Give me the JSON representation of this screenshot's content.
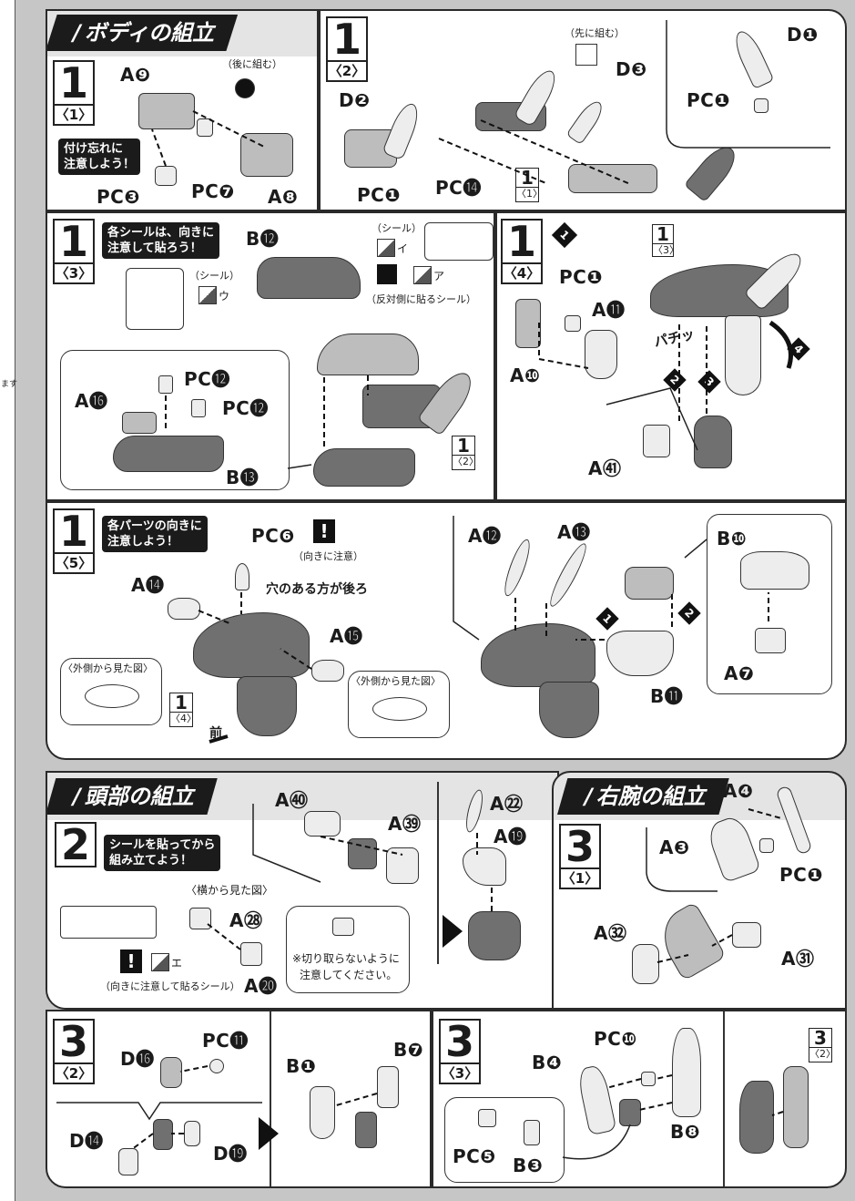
{
  "sections": {
    "body": "ボディの組立",
    "head": "頭部の組立",
    "right_arm": "右腕の組立"
  },
  "edge_text": "ます",
  "p1_1": {
    "step_num": "1",
    "step_sub": "〈1〉",
    "labels": [
      "A❾",
      "A❽",
      "PC❸",
      "PC❼"
    ],
    "later_note": "（後に組む）",
    "caution": [
      "付け忘れに",
      "注意しよう！"
    ]
  },
  "p1_2": {
    "step_num": "1",
    "step_sub": "〈2〉",
    "labels": [
      "D❷",
      "D❸",
      "D❶",
      "PC❶",
      "PC⓮",
      "PC❶"
    ],
    "first_note": "（先に組む）",
    "ref_num": "1",
    "ref_sub": "〈1〉"
  },
  "p1_3": {
    "step_num": "1",
    "step_sub": "〈3〉",
    "note": [
      "各シールは、向きに",
      "注意して貼ろう！"
    ],
    "seal_label_1": "（シール）",
    "seal_label_2": "（シール）",
    "seal_i": "イ",
    "seal_a": "ア",
    "seal_u": "ウ",
    "reverse_note": "（反対側に貼るシール）",
    "labels": [
      "B⓬",
      "A⓰",
      "PC⓬",
      "PC⓬",
      "B⓭"
    ],
    "ref_num": "1",
    "ref_sub": "〈2〉"
  },
  "p1_4": {
    "step_num": "1",
    "step_sub": "〈4〉",
    "labels": [
      "PC❶",
      "A⓫",
      "A❿",
      "A㊶"
    ],
    "ref_num": "1",
    "ref_sub": "〈3〉",
    "snap": "パチッ",
    "order": [
      "1",
      "2",
      "3",
      "4"
    ]
  },
  "p1_5": {
    "step_num": "1",
    "step_sub": "〈5〉",
    "note": [
      "各パーツの向きに",
      "注意しよう！"
    ],
    "labels": [
      "PC❻",
      "A⓮",
      "A⓯",
      "A⓬",
      "A⓭",
      "B❿",
      "B⓫",
      "A❼"
    ],
    "direction_note": "（向きに注意）",
    "hole_note": "穴のある方が後ろ",
    "outer_view_1": "〈外側から見た図〉",
    "outer_view_2": "〈外側から見た図〉",
    "front": "前",
    "ref_num": "1",
    "ref_sub": "〈4〉",
    "order": [
      "1",
      "2"
    ]
  },
  "p2": {
    "step_num": "2",
    "note": [
      "シールを貼ってから",
      "組み立てよう！"
    ],
    "side_view": "〈横から見た図〉",
    "labels": [
      "A㊵",
      "A㊴",
      "A㉘",
      "A⓴",
      "A㉒",
      "A⓳"
    ],
    "seal_e": "エ",
    "seal_note": "（向きに注意して貼るシール）",
    "cut_note": [
      "※切り取らないように",
      "注意してください。"
    ]
  },
  "p3_1": {
    "step_num": "3",
    "step_sub": "〈1〉",
    "labels": [
      "A❹",
      "A❸",
      "PC❶",
      "A㉜",
      "A㉛"
    ]
  },
  "p3_2": {
    "step_num": "3",
    "step_sub": "〈2〉",
    "labels": [
      "D⓰",
      "PC⓫",
      "D⓮",
      "D⓳",
      "B❶",
      "B❼"
    ]
  },
  "p3_3": {
    "step_num": "3",
    "step_sub": "〈3〉",
    "labels": [
      "B❹",
      "PC❿",
      "B❽",
      "PC❺",
      "B❸"
    ],
    "ref_num": "3",
    "ref_sub": "〈2〉"
  }
}
